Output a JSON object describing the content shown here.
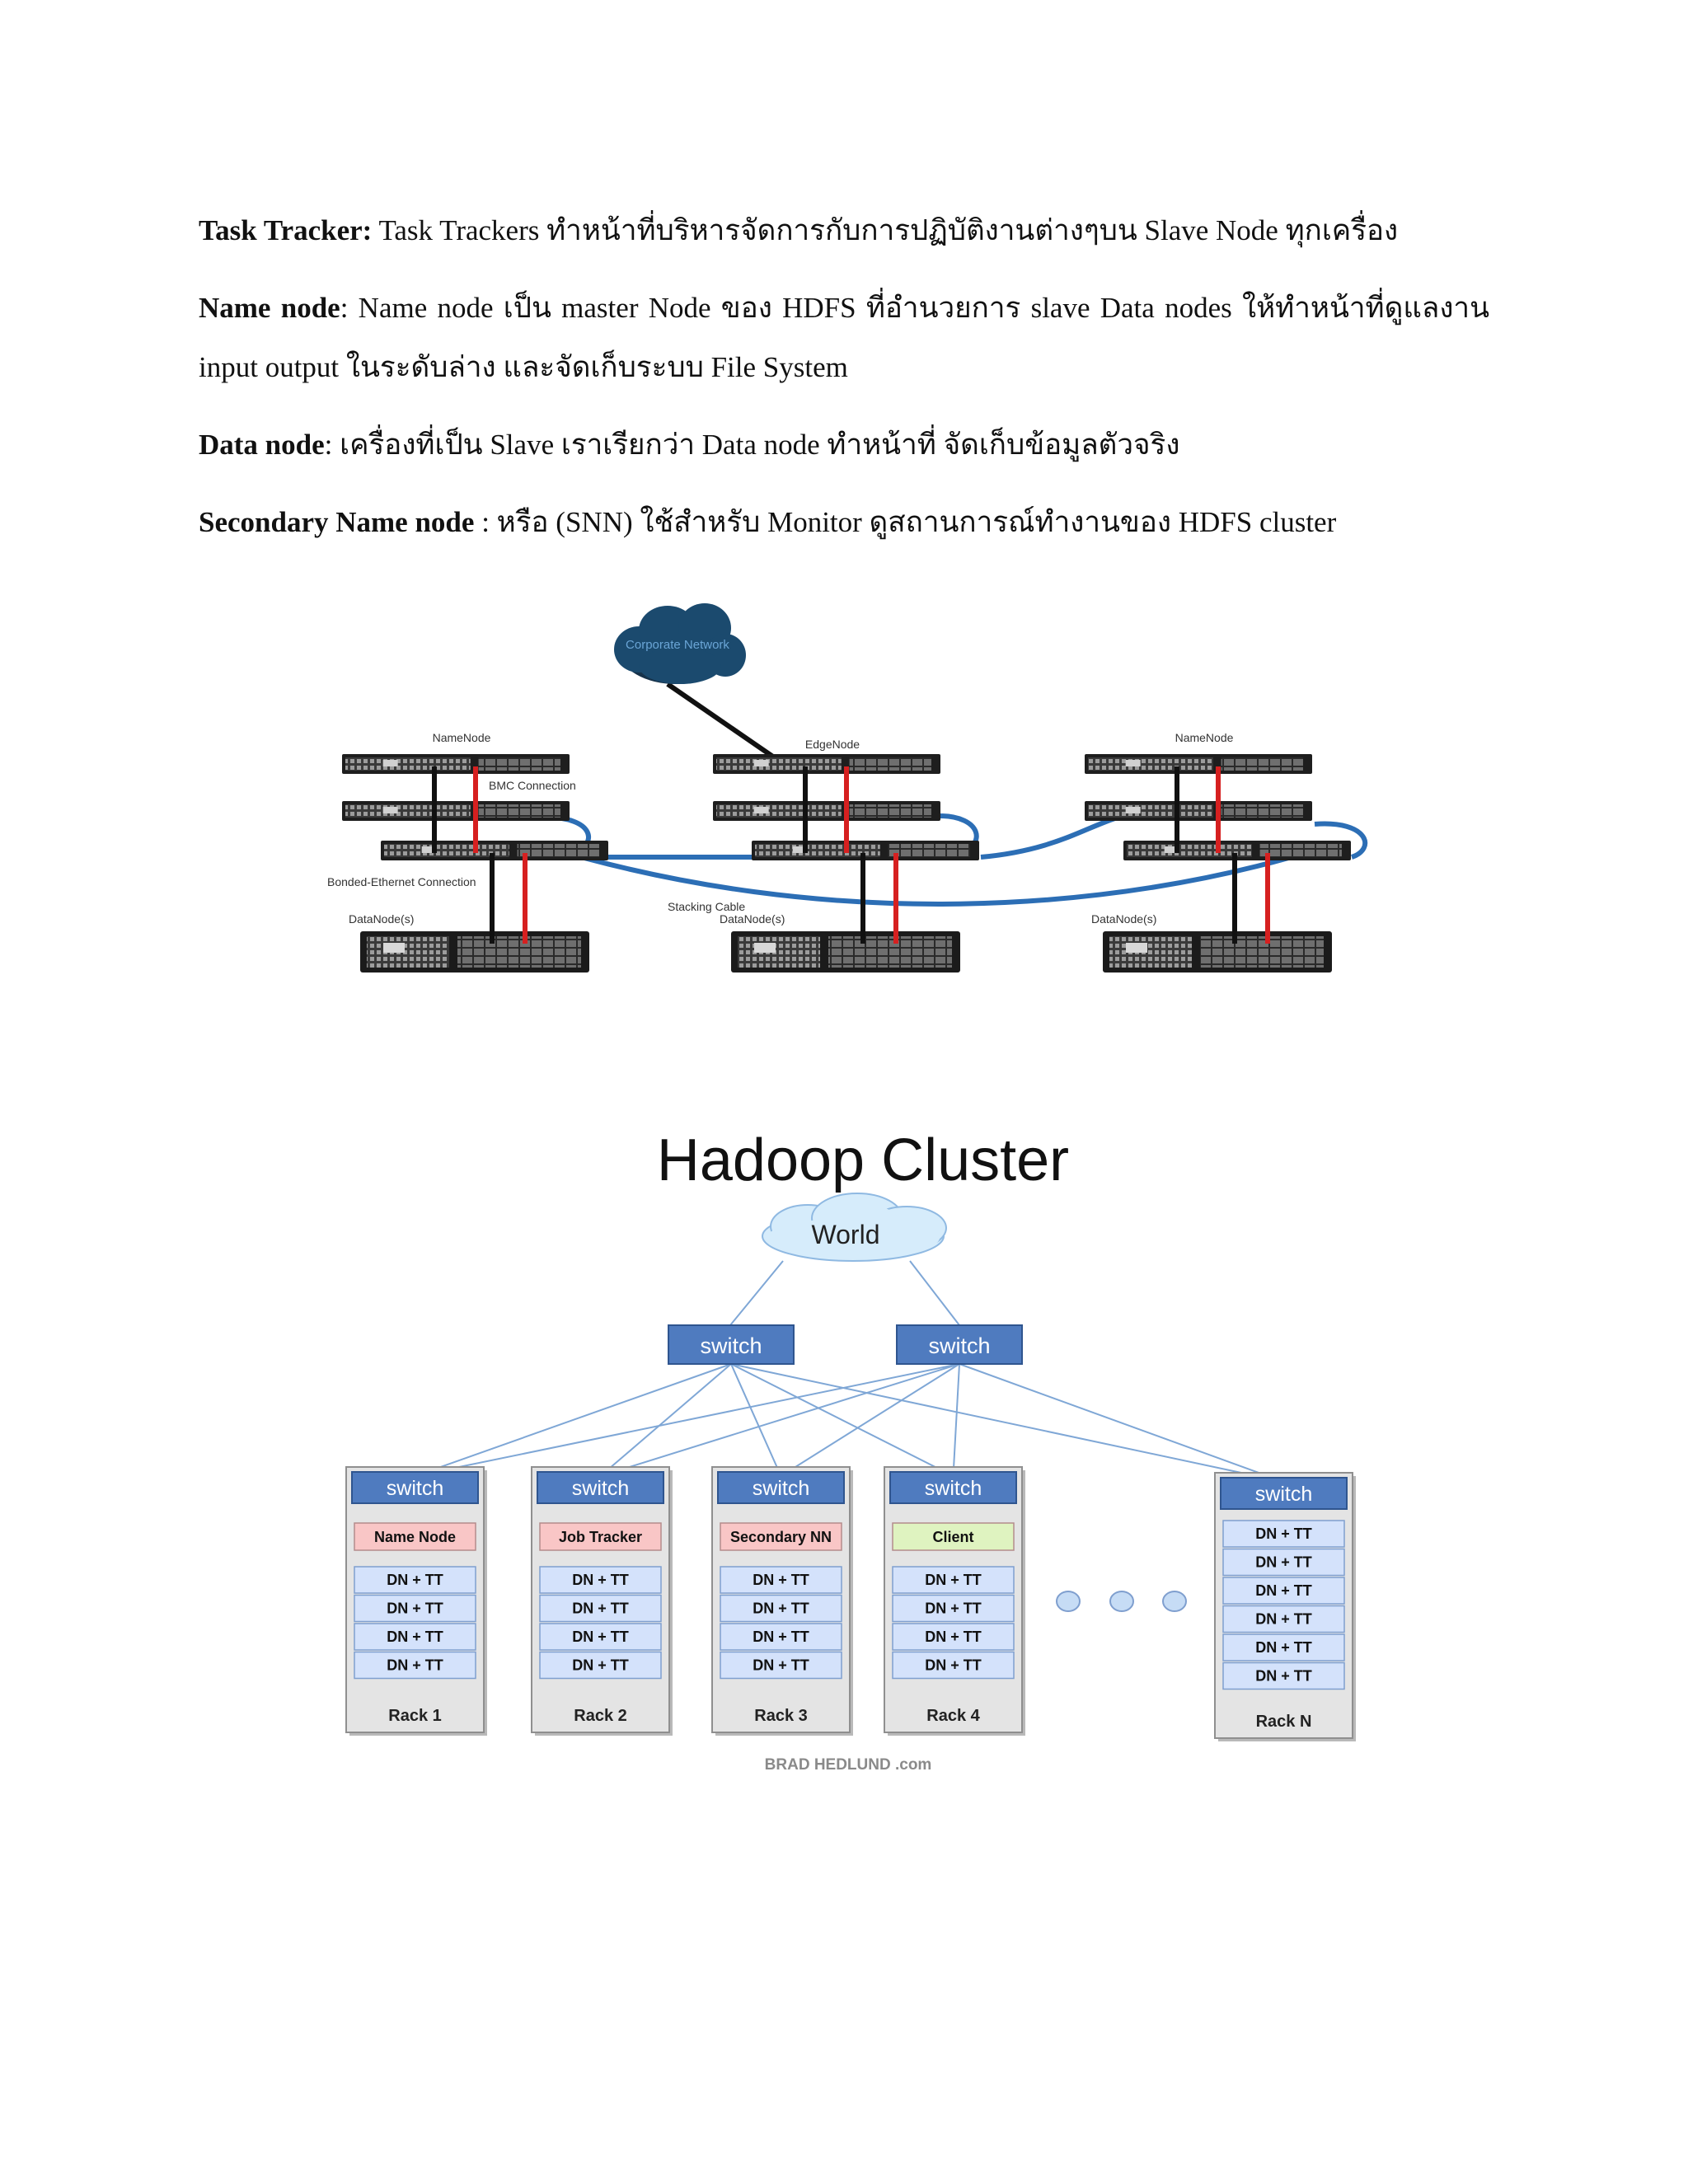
{
  "paragraphs": [
    {
      "term": "Task Tracker:",
      "text": " Task Trackers ทำหน้าที่บริหารจัดการกับการปฏิบัติงานต่างๆบน Slave Node ทุกเครื่อง"
    },
    {
      "term": "Name node",
      "text": ": Name node เป็น master Node ของ HDFS ที่อำนวยการ slave Data nodes ให้ทำหน้าที่ดูแลงาน input output ในระดับล่าง และจัดเก็บระบบ File System"
    },
    {
      "term": "Data node",
      "text": ": เครื่องที่เป็น Slave เราเรียกว่า Data node ทำหน้าที่ จัดเก็บข้อมูลตัวจริง"
    },
    {
      "term": "Secondary Name node",
      "text": " : หรือ (SNN) ใช้สำหรับ Monitor ดูสถานการณ์ทำงานของ HDFS cluster"
    }
  ],
  "figure1": {
    "cloud_label": "Corporate Network",
    "groups": [
      {
        "top_label": "NameNode",
        "bottom_label": "DataNode(s)"
      },
      {
        "top_label": "EdgeNode",
        "bottom_label": "DataNode(s)"
      },
      {
        "top_label": "NameNode",
        "bottom_label": "DataNode(s)"
      }
    ],
    "bmc_label": "BMC Connection",
    "bonded_label": "Bonded-Ethernet Connection",
    "stacking_label": "Stacking Cable",
    "colors": {
      "cloud": "#1b4a6e",
      "stack_cable": "#2c6eb5",
      "ethernet": "#111111",
      "bmc": "#d62020"
    }
  },
  "figure2": {
    "title": "Hadoop Cluster",
    "world": "World",
    "core_switch": "switch",
    "racks": [
      {
        "switch": "switch",
        "role": "Name Node",
        "role_color": "#f9c6c6",
        "nodes": [
          "DN + TT",
          "DN + TT",
          "DN + TT",
          "DN + TT"
        ],
        "label": "Rack 1"
      },
      {
        "switch": "switch",
        "role": "Job Tracker",
        "role_color": "#f9c6c6",
        "nodes": [
          "DN + TT",
          "DN + TT",
          "DN + TT",
          "DN + TT"
        ],
        "label": "Rack 2"
      },
      {
        "switch": "switch",
        "role": "Secondary NN",
        "role_color": "#f9c6c6",
        "nodes": [
          "DN + TT",
          "DN + TT",
          "DN + TT",
          "DN + TT"
        ],
        "label": "Rack 3"
      },
      {
        "switch": "switch",
        "role": "Client",
        "role_color": "#dff3c0",
        "nodes": [
          "DN + TT",
          "DN + TT",
          "DN + TT",
          "DN + TT"
        ],
        "label": "Rack 4"
      },
      {
        "switch": "switch",
        "role": "",
        "role_color": "",
        "nodes": [
          "DN + TT",
          "DN + TT",
          "DN + TT",
          "DN + TT",
          "DN + TT",
          "DN + TT"
        ],
        "label": "Rack N"
      }
    ],
    "credit": "BRAD HEDLUND .com",
    "colors": {
      "switch": "#4f7bbf",
      "node": "#d4e2fb",
      "rack": "#e4e4e4",
      "cloud": "#d6ecfb",
      "dots": "#c6dcf5"
    }
  }
}
